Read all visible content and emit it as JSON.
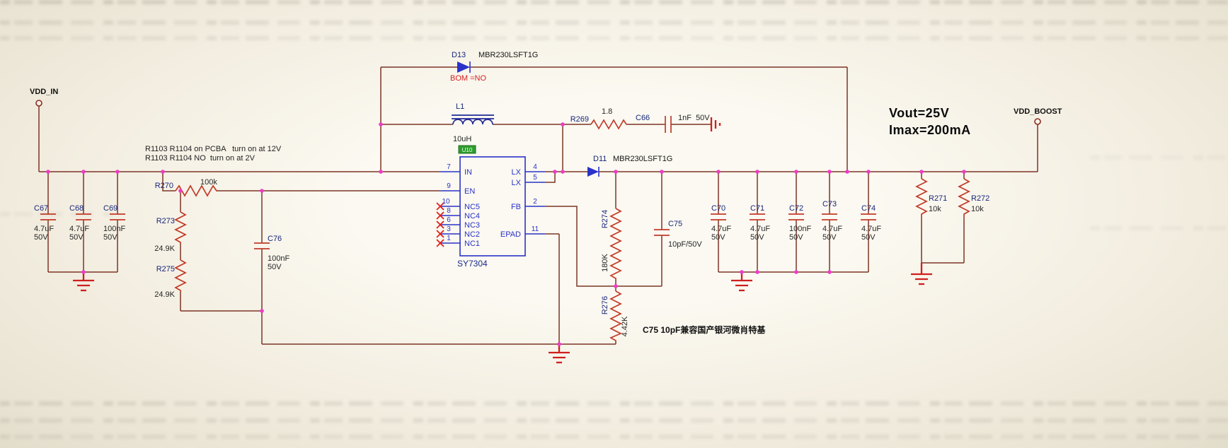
{
  "colors": {
    "wire": "#7d3526",
    "component_red": "#c23a28",
    "symbol_blue": "#2a32c8",
    "junction_magenta": "#ef3bc8",
    "ground_red": "#cf1f1f",
    "bom_red": "#d82020",
    "tag_green": "#2f9e2f"
  },
  "ports": {
    "vdd_in": "VDD_IN",
    "vdd_boost": "VDD_BOOST"
  },
  "notes": {
    "pcba_line1": "R1103 R1104 on PCBA   turn on at 12V",
    "pcba_line2": "R1103 R1104 NO  turn on at 2V",
    "bom": "BOM =NO",
    "vout": "Vout=25V",
    "imax": "Imax=200mA",
    "c75_compat": "C75 10pF兼容国产银河微肖特基"
  },
  "ic": {
    "refdes": "U10",
    "part": "SY7304",
    "left_pins": [
      {
        "num": "7",
        "name": "IN"
      },
      {
        "num": "9",
        "name": "EN"
      },
      {
        "num": "10",
        "name": "NC5"
      },
      {
        "num": "8",
        "name": "NC4"
      },
      {
        "num": "6",
        "name": "NC3"
      },
      {
        "num": "3",
        "name": "NC2"
      },
      {
        "num": "1",
        "name": "NC1"
      }
    ],
    "right_pins": [
      {
        "num": "4",
        "name": "LX"
      },
      {
        "num": "5",
        "name": "LX"
      },
      {
        "num": "2",
        "name": "FB"
      },
      {
        "num": "11",
        "name": "EPAD"
      }
    ]
  },
  "inductor": {
    "ref": "L1",
    "value": "10uH"
  },
  "diodes": {
    "d13": {
      "ref": "D13",
      "part": "MBR230LSFT1G"
    },
    "d11": {
      "ref": "D11",
      "part": "MBR230LSFT1G"
    }
  },
  "resistors": {
    "r269": {
      "ref": "R269",
      "value": "1.8"
    },
    "r270": {
      "ref": "R270",
      "value": "100k"
    },
    "r271": {
      "ref": "R271",
      "value": "10k"
    },
    "r272": {
      "ref": "R272",
      "value": "10k"
    },
    "r273": {
      "ref": "R273",
      "value": "24.9K"
    },
    "r274": {
      "ref": "R274",
      "value": "180K"
    },
    "r275": {
      "ref": "R275",
      "value": "24.9K"
    },
    "r276": {
      "ref": "R276",
      "value": "4.42K"
    }
  },
  "capacitors": {
    "c66": {
      "ref": "C66",
      "value": "1nF  50V"
    },
    "c67": {
      "ref": "C67",
      "value": "4.7uF",
      "volt": "50V"
    },
    "c68": {
      "ref": "C68",
      "value": "4.7uF",
      "volt": "50V"
    },
    "c69": {
      "ref": "C69",
      "value": "100nF",
      "volt": "50V"
    },
    "c70": {
      "ref": "C70",
      "value": "4.7uF",
      "volt": "50V"
    },
    "c71": {
      "ref": "C71",
      "value": "4.7uF",
      "volt": "50V"
    },
    "c72": {
      "ref": "C72",
      "value": "100nF",
      "volt": "50V"
    },
    "c73": {
      "ref": "C73",
      "value": "4.7uF",
      "volt": "50V"
    },
    "c74": {
      "ref": "C74",
      "value": "4.7uF",
      "volt": "50V"
    },
    "c75": {
      "ref": "C75",
      "value": "10pF/50V"
    },
    "c76": {
      "ref": "C76",
      "value": "100nF",
      "volt": "50V"
    }
  }
}
